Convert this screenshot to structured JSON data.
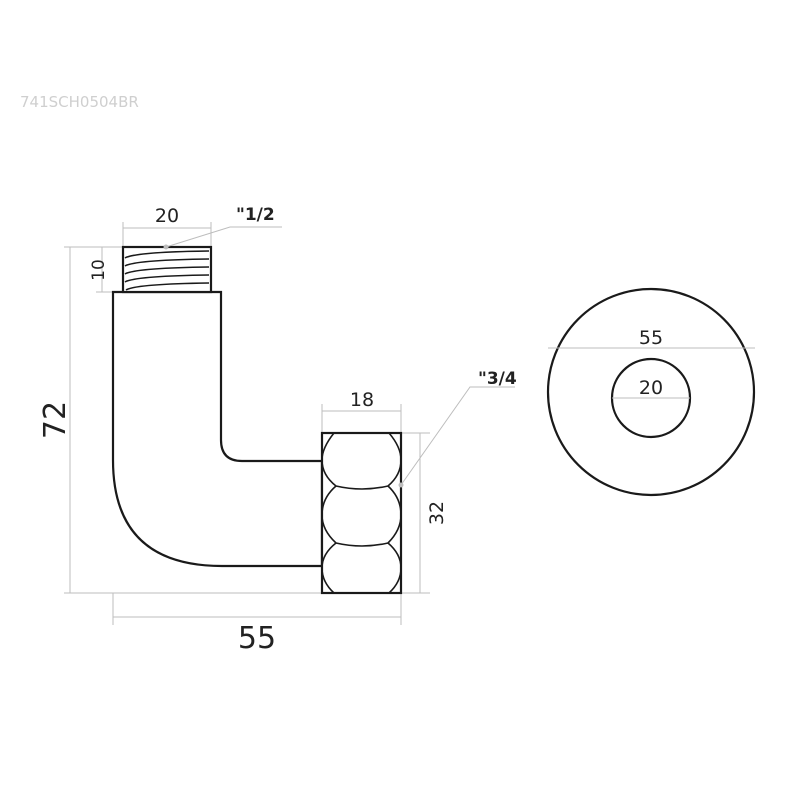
{
  "product_code": "741SCH0504BR",
  "dimensions": {
    "thread_width": "20",
    "thread_size_top": "\"1/2",
    "thread_height": "10",
    "total_height": "72",
    "nut_width": "18",
    "thread_size_side": "\"3/4",
    "nut_height": "32",
    "total_width": "55",
    "circle_outer": "55",
    "circle_inner": "20"
  }
}
